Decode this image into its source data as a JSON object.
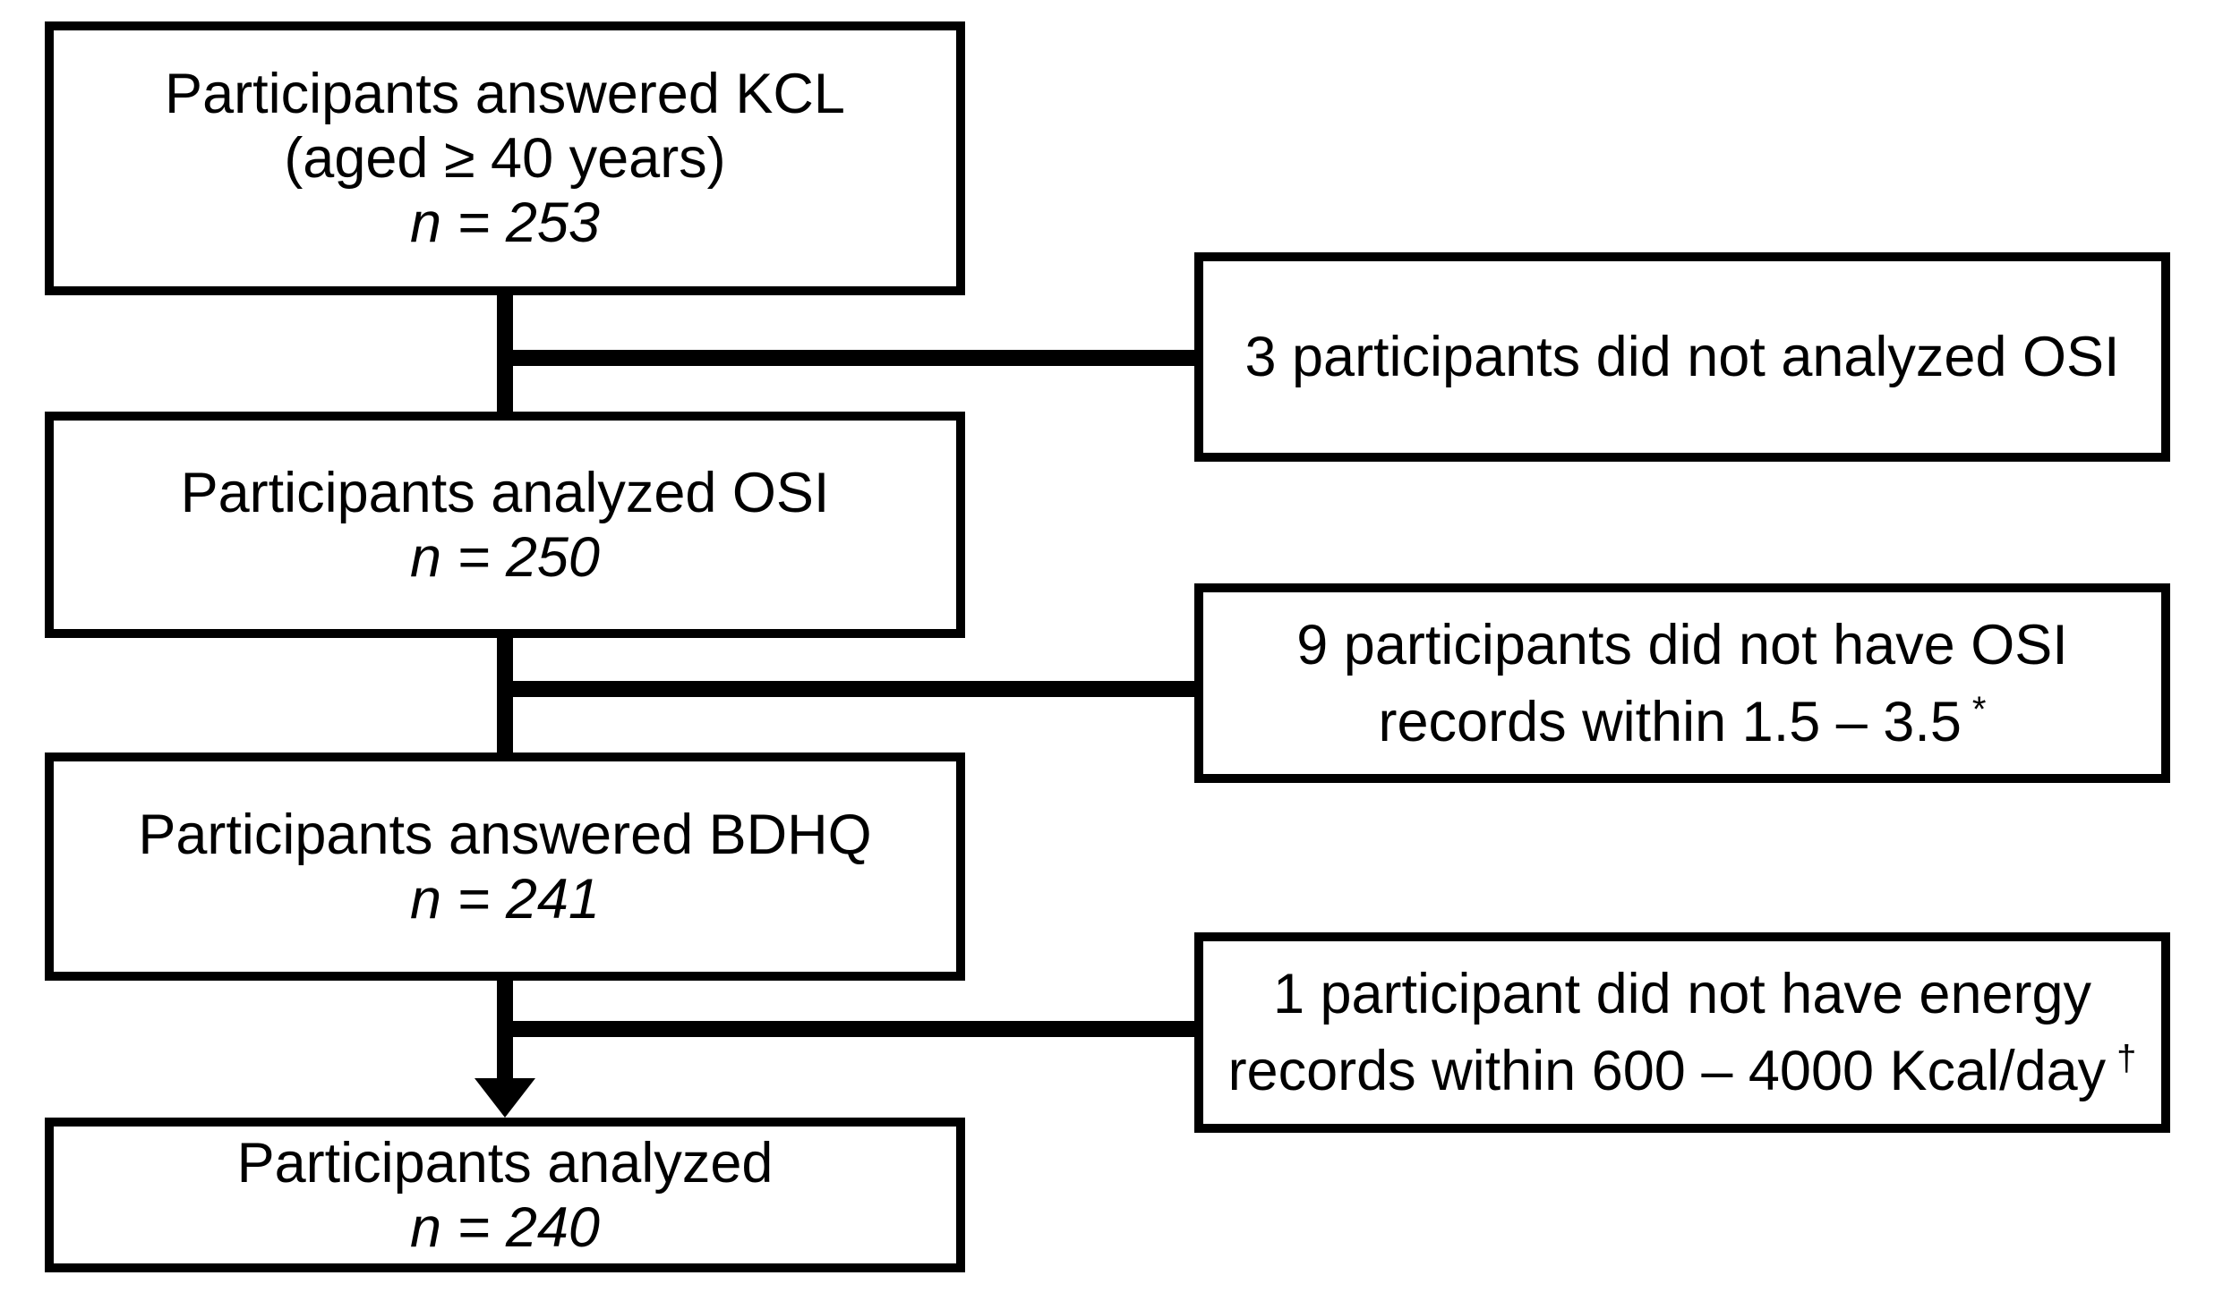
{
  "diagram": {
    "background_color": "#ffffff",
    "line_color": "#000000",
    "text_color": "#000000",
    "main_boxes": {
      "kcl": {
        "line1": "Participants answered KCL",
        "line2": "(aged ≥ 40 years)",
        "n": "n = 253"
      },
      "osi": {
        "line1": "Participants analyzed OSI",
        "n": "n = 250"
      },
      "bdhq": {
        "line1": "Participants answered BDHQ",
        "n": "n = 241"
      },
      "analyzed": {
        "line1": "Participants analyzed",
        "n": "n = 240"
      }
    },
    "exclusion_boxes": {
      "not_analyzed_osi": {
        "line1": "3 participants did not analyzed OSI"
      },
      "osi_out_of_range": {
        "line1": "9 participants did not have OSI",
        "line2": "records within 1.5 – 3.5",
        "marker": "*"
      },
      "energy_out_of_range": {
        "line1": "1 participant did not have energy",
        "line2": "records within 600 – 4000 Kcal/day",
        "marker": "†"
      }
    }
  }
}
